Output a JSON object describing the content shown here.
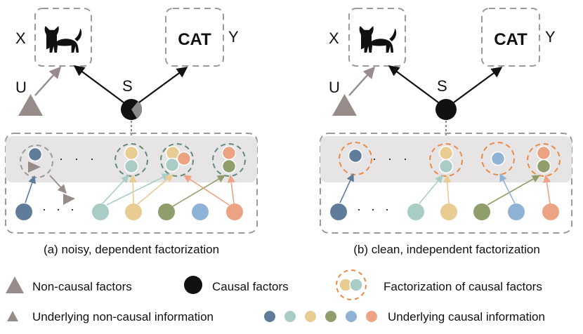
{
  "panels": [
    {
      "x_label": "X",
      "y_label": "Y",
      "u_label": "U",
      "s_label": "S",
      "cat_text": "CAT",
      "caption": "(a) noisy, dependent factorization"
    },
    {
      "x_label": "X",
      "y_label": "Y",
      "u_label": "U",
      "s_label": "S",
      "cat_text": "CAT",
      "caption": "(b) clean, independent factorization"
    }
  ],
  "legend": {
    "non_causal": "Non-causal factors",
    "causal": "Causal factors",
    "factorization": "Factorization of causal factors",
    "underlying_non_causal": "Underlying non-causal information",
    "underlying_causal": "Underlying causal information"
  },
  "colors": {
    "blue_dark": "#5f7d9a",
    "teal": "#a9cdc6",
    "sand": "#e8cc92",
    "olive": "#8f9e6a",
    "sky": "#8fb3d6",
    "salmon": "#eca383",
    "gray_triangle": "#978c8a",
    "black": "#111111",
    "orange_dash": "#e98a45",
    "green_dash": "#5f8a78",
    "gray_dash": "#9a9a9a",
    "band": "#e6e4e4"
  },
  "icons": [
    "cat-icon",
    "triangle-icon",
    "causal-node-icon"
  ]
}
